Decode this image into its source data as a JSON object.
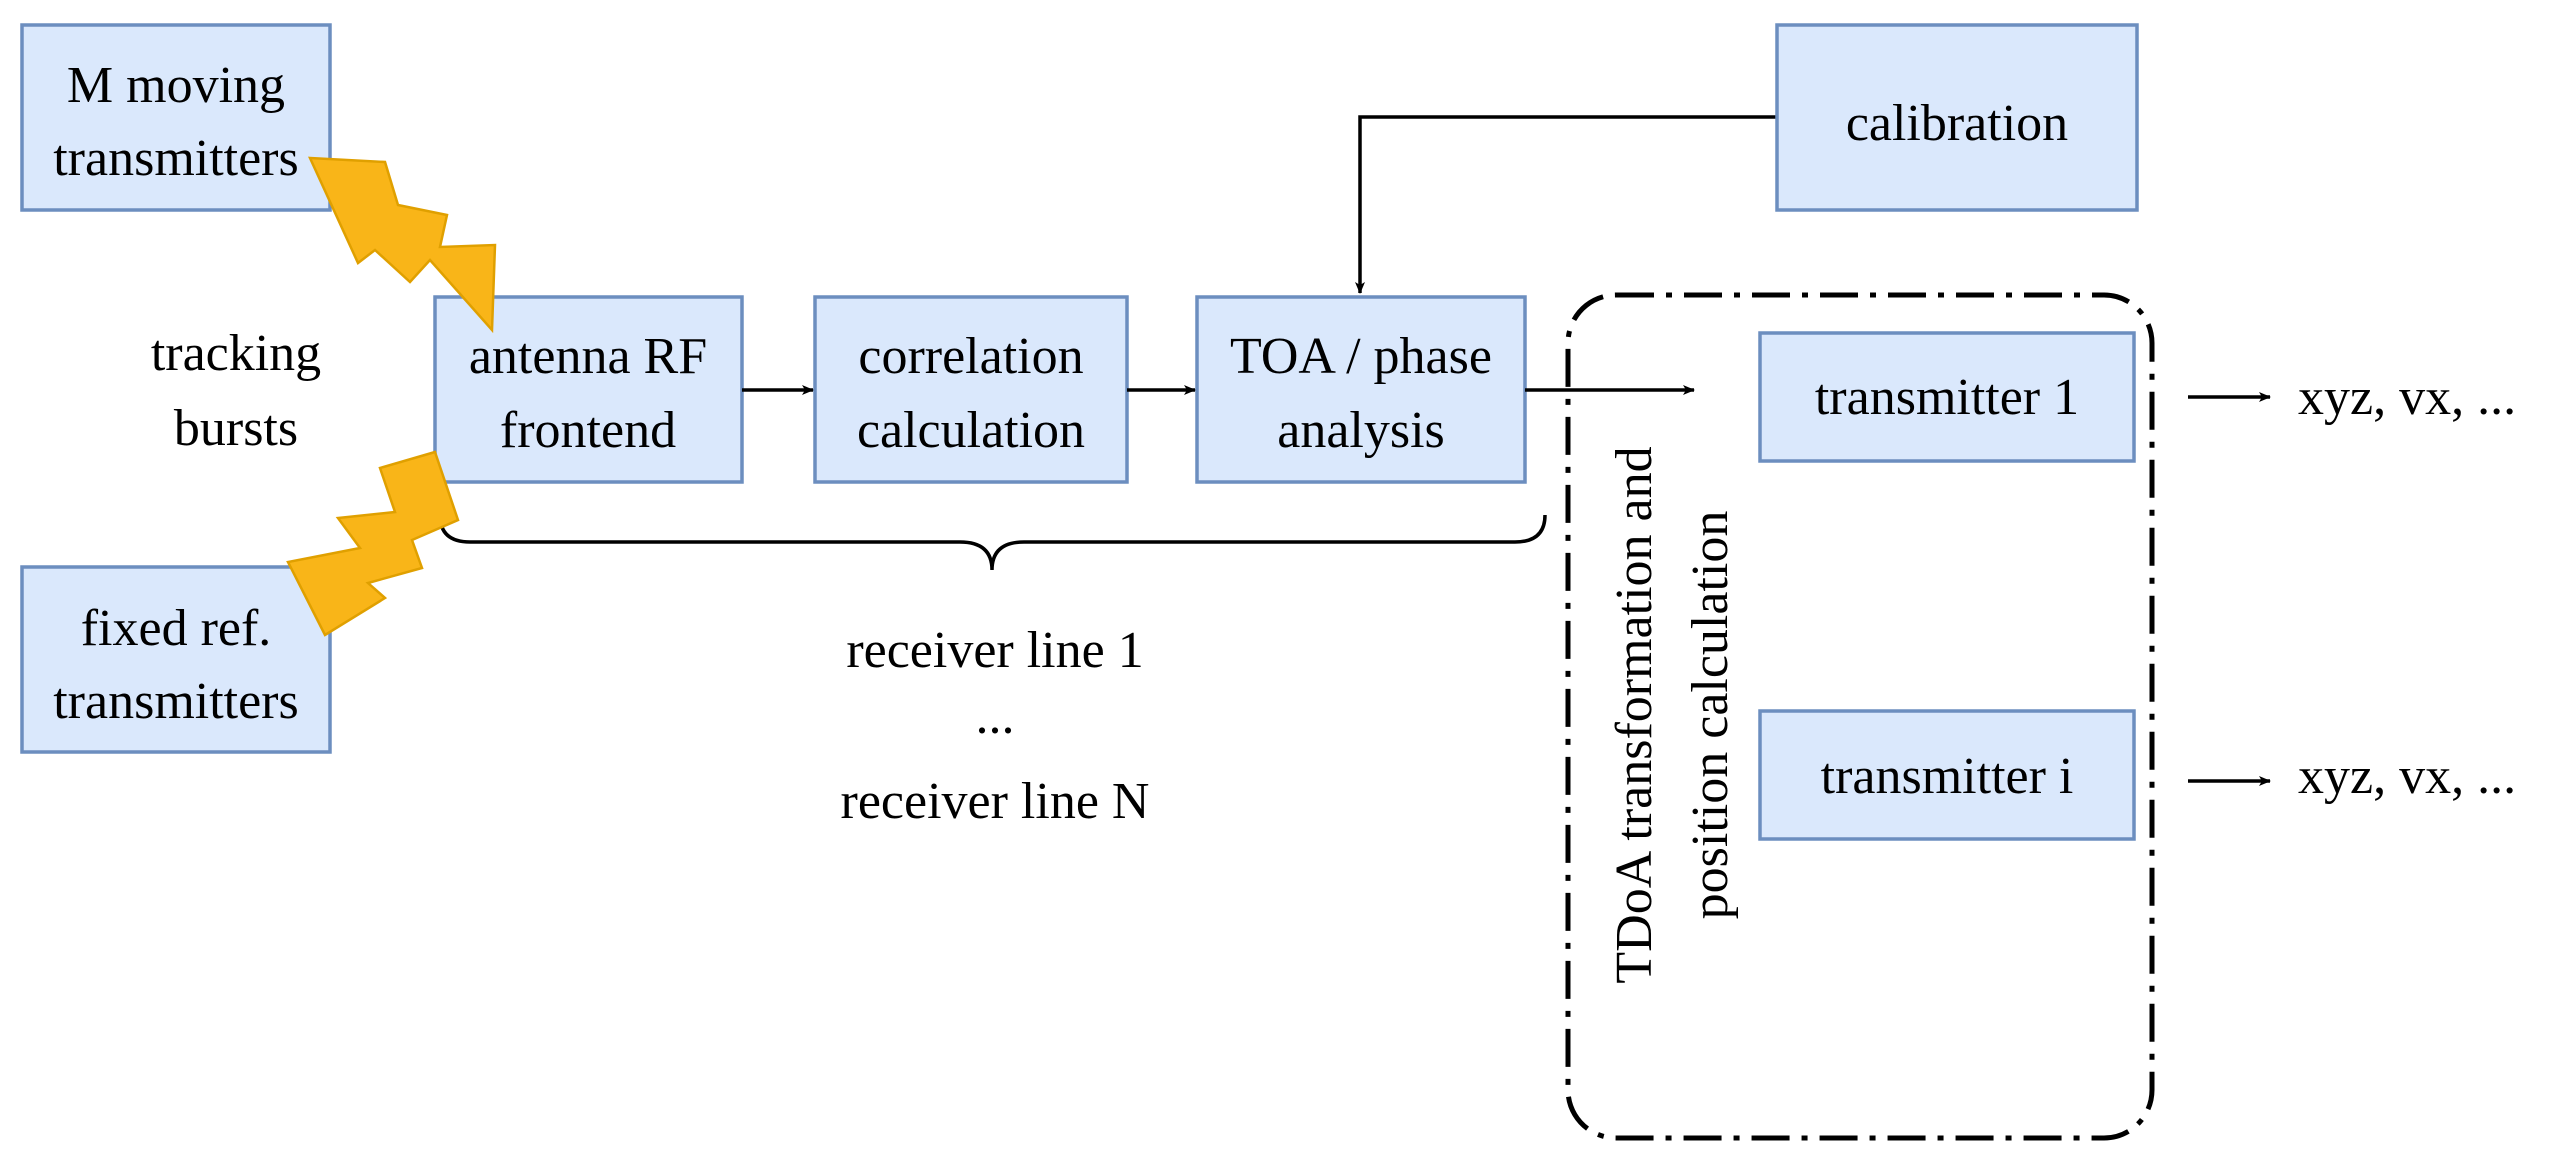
{
  "colors": {
    "box_fill": "#dae8fc",
    "box_stroke": "#6c8ebf",
    "bolt_fill": "#f9b518",
    "bolt_stroke": "#e0a000",
    "line": "#000000"
  },
  "icons": {
    "bolt": "lightning-bolt-icon",
    "arrow": "arrowhead-icon"
  },
  "sources": {
    "moving": {
      "line1": "M moving",
      "line2": "transmitters"
    },
    "fixed": {
      "line1": "fixed ref.",
      "line2": "transmitters"
    },
    "bursts": {
      "line1": "tracking",
      "line2": "bursts"
    }
  },
  "receiver_chain": {
    "antenna": {
      "line1": "antenna RF",
      "line2": "frontend"
    },
    "correlation": {
      "line1": "correlation",
      "line2": "calculation"
    },
    "toa": {
      "line1": "TOA / phase",
      "line2": "analysis"
    }
  },
  "calibration": "calibration",
  "receiver_lines": {
    "first": "receiver line 1",
    "ellipsis": "...",
    "last": "receiver line N"
  },
  "position_block": {
    "label_line1": "TDoA transformation and",
    "label_line2": "position calculation",
    "transmitter_1": "transmitter 1",
    "transmitter_i": "transmitter i"
  },
  "outputs": {
    "output_1": "xyz, vx, ...",
    "output_i": "xyz, vx, ..."
  }
}
